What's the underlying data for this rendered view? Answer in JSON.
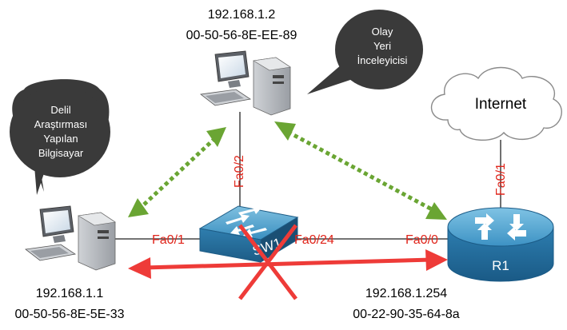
{
  "pc_victim": {
    "ip": "192.168.1.1",
    "mac": "00-50-56-8E-5E-33"
  },
  "pc_inspector": {
    "ip": "192.168.1.2",
    "mac": "00-50-56-8E-EE-89"
  },
  "router": {
    "name": "R1",
    "ip": "192.168.1.254",
    "mac": "00-22-90-35-64-8a"
  },
  "switch": {
    "name": "SW1"
  },
  "cloud": {
    "label": "Internet"
  },
  "ports": {
    "sw_fa01": "Fa0/1",
    "sw_fa02": "Fa0/2",
    "sw_fa024": "Fa0/24",
    "r1_fa00": "Fa0/0",
    "r1_fa01": "Fa0/1"
  },
  "bubble_left": {
    "lines": [
      "Delil",
      "Araştırması",
      "Yapılan",
      "Bilgisayar"
    ]
  },
  "bubble_right": {
    "lines": [
      "Olay",
      "Yeri",
      "İnceleyicisi"
    ]
  },
  "colors": {
    "arrow_green": "#6aa533",
    "arrow_red": "#ee3b38",
    "port_red": "#e0261c"
  }
}
